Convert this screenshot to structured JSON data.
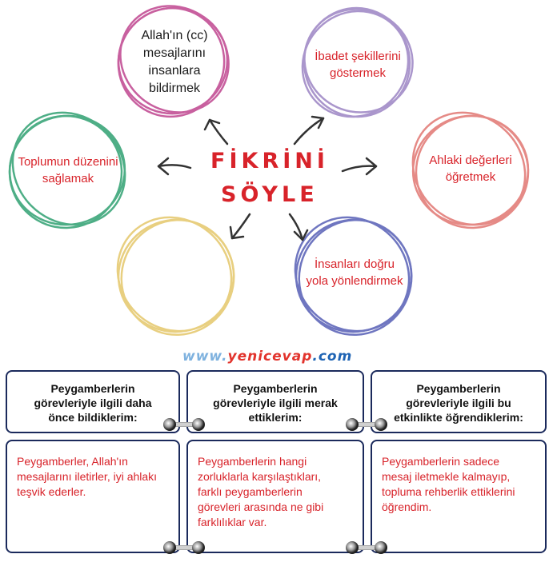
{
  "center": {
    "line1": "FİKRİNİ",
    "line2": "SÖYLE"
  },
  "bubbles": {
    "top_left": "Allah'ın (cc)\nmesajlarını\ninsanlara\nbildirmek",
    "top_right": "İbadet şekillerini\ngöstermek",
    "left": "Toplumun düzenini\nsağlamak",
    "right": "Ahlaki değerleri\nöğretmek",
    "bottom_left": "",
    "bottom_right": "İnsanları doğru\nyola yönlendirmek"
  },
  "colors": {
    "text_red": "#d8232a",
    "box_border": "#1b2a5c",
    "circle_pink": "#c8609f",
    "circle_lavender": "#aa96cc",
    "circle_salmon": "#e58a86",
    "circle_green": "#4eae86",
    "circle_yellow": "#e8cf80",
    "circle_blue": "#6f76c0"
  },
  "watermark": {
    "part1": "www.",
    "part2": "yenicevap",
    "part3": ".com"
  },
  "boxes": [
    {
      "header": "Peygamberlerin\ngörevleriyle ilgili daha\nönce bildiklerim:",
      "body": "Peygamberler, Allah'ın\nmesajlarını iletirler, iyi ahlakı\nteşvik ederler."
    },
    {
      "header": "Peygamberlerin\ngörevleriyle ilgili merak\nettiklerim:",
      "body": "Peygamberlerin hangi\nzorluklarla karşılaştıkları,\nfarklı peygamberlerin\ngörevleri arasında ne gibi\nfarklılıklar var."
    },
    {
      "header": "Peygamberlerin\ngörevleriyle ilgili bu\netkinlikte öğrendiklerim:",
      "body": "Peygamberlerin sadece\nmesaj iletmekle kalmayıp,\ntopluma rehberlik ettiklerini\nöğrendim."
    }
  ]
}
